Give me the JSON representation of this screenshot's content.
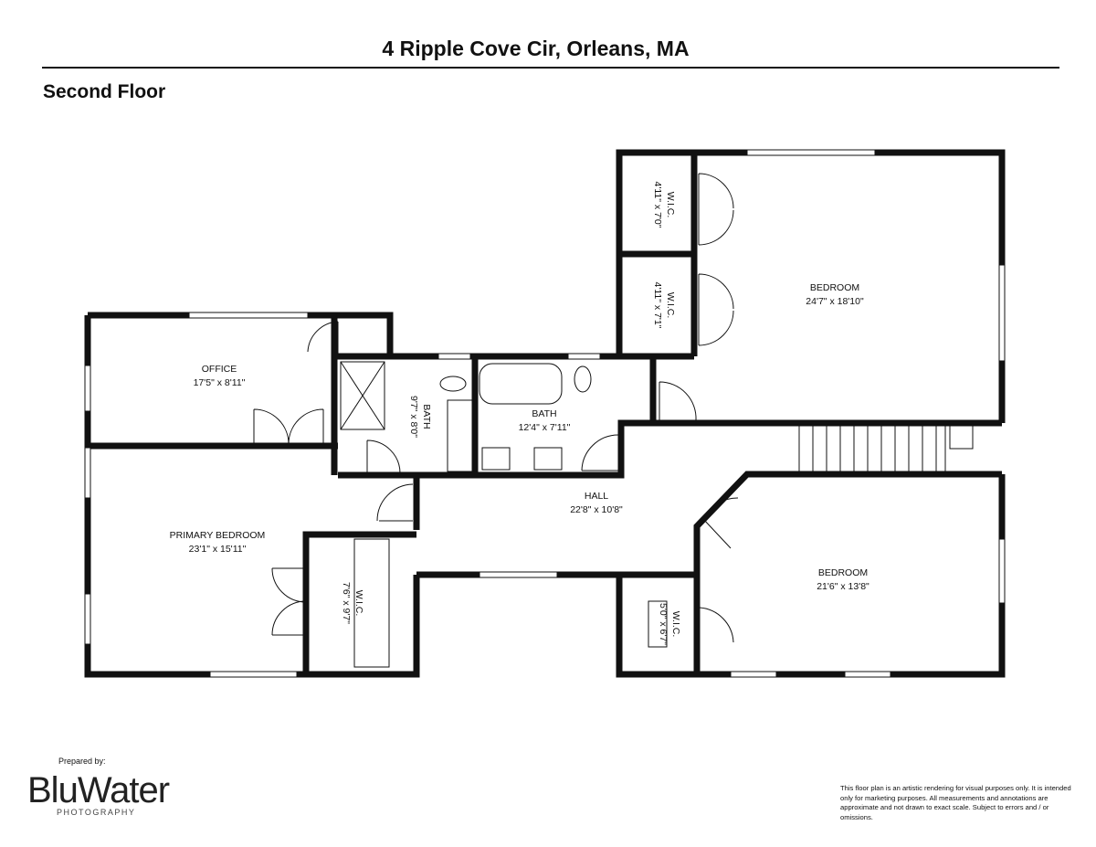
{
  "header": {
    "address": "4 Ripple Cove Cir, Orleans, MA",
    "floor": "Second Floor"
  },
  "rooms": {
    "office": {
      "name": "OFFICE",
      "dims": "17'5\" x 8'11\""
    },
    "primary_bedroom": {
      "name": "PRIMARY BEDROOM",
      "dims": "23'1\" x 15'11\""
    },
    "primary_wic": {
      "name": "W.I.C.",
      "dims": "7'6\" x 9'7\""
    },
    "bath_small": {
      "name": "BATH",
      "dims": "9'7\" x 8'0\""
    },
    "bath_large": {
      "name": "BATH",
      "dims": "12'4\" x 7'11\""
    },
    "hall": {
      "name": "HALL",
      "dims": "22'8\" x 10'8\""
    },
    "wic_top": {
      "name": "W.I.C.",
      "dims": "4'11\" x 7'0\""
    },
    "wic_mid": {
      "name": "W.I.C.",
      "dims": "4'11\" x 7'1\""
    },
    "bedroom_ne": {
      "name": "BEDROOM",
      "dims": "24'7\" x 18'10\""
    },
    "bedroom_se": {
      "name": "BEDROOM",
      "dims": "21'6\" x 13'8\""
    },
    "wic_se": {
      "name": "W.I.C.",
      "dims": "5'0\" x 6'7\""
    }
  },
  "footer": {
    "prepared_by": "Prepared by:",
    "logo_text": "BluWater",
    "logo_sub": "PHOTOGRAPHY",
    "disclaimer": "This floor plan is an artistic rendering for visual purposes only. It is intended only for marketing purposes. All measurements and annotations are approximate and not drawn to exact scale. Subject to errors and / or omissions."
  },
  "colors": {
    "wall": "#111111",
    "logo_accent": "#3a8fc7"
  }
}
